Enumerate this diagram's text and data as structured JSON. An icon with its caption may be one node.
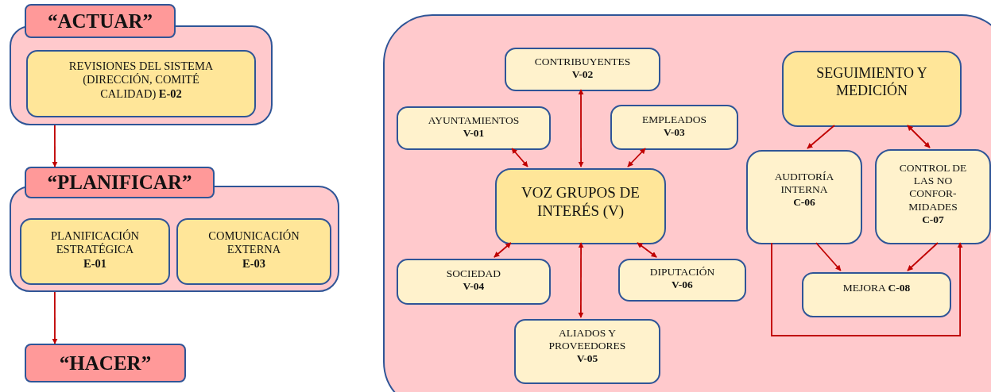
{
  "diagram": {
    "nodes": [
      {
        "text": [
          "“ACTUAR”"
        ]
      },
      {
        "text": [],
        "shape": "box"
      },
      {
        "text": [
          "REVISIONES DEL SISTEMA (DIRECCIÓN, COMITÉ CALIDAD) **E-02**"
        ],
        "in": 1
      },
      {
        "text": [
          "“PLANIFICAR”"
        ]
      },
      {
        "text": [],
        "shape": "box"
      },
      {
        "text": [
          "PLANIFICACIÓN ESTRATÉGICA **E-01**"
        ],
        "in": 4
      },
      {
        "text": [
          "COMUNICACIÓN EXTERNA **E-03**"
        ],
        "in": 4
      },
      {
        "text": [
          "“HACER”"
        ]
      },
      {
        "text": [],
        "shape": "box"
      },
      {
        "text": [
          "CONTRIBUYENTES **V-02**"
        ],
        "in": 8
      },
      {
        "text": [
          "AYUNTAMIENTOS **V-01**"
        ],
        "in": 8
      },
      {
        "text": [
          "EMPLEADOS **V-03**"
        ],
        "in": 8
      },
      {
        "text": [
          "VOZ GRUPOS DE INTERÉS (V)"
        ],
        "in": 8
      },
      {
        "text": [
          "SOCIEDAD **V-04**"
        ],
        "in": 8
      },
      {
        "text": [
          "DIPUTACIÓN **V-06**"
        ],
        "in": 8
      },
      {
        "text": [
          "ALIADOS Y PROVEEDORES **V-05**"
        ],
        "in": 8
      },
      {
        "text": [
          "SEGUIMIENTO Y MEDICIÓN"
        ],
        "in": 8
      },
      {
        "text": [
          "AUDITORÍA INTERNA **C-06**"
        ],
        "in": 8
      },
      {
        "text": [
          "CONTROL DE LAS NO CONFOR- MIDADES **C-07**"
        ],
        "in": 8
      },
      {
        "text": [
          "MEJORA **C-08**"
        ],
        "in": 8
      }
    ],
    "edges": [
      {
        "from": 1,
        "to": 3,
        "arrow": "to"
      },
      {
        "from": 4,
        "to": 7,
        "arrow": "to"
      },
      {
        "from": 12,
        "to": 9,
        "arrow": "both"
      },
      {
        "from": 12,
        "to": 10,
        "arrow": "both"
      },
      {
        "from": 12,
        "to": 11,
        "arrow": "both"
      },
      {
        "from": 12,
        "to": 13,
        "arrow": "both"
      },
      {
        "from": 12,
        "to": 15,
        "arrow": "both"
      },
      {
        "from": 12,
        "to": 14,
        "arrow": "both"
      },
      {
        "from": 16,
        "to": 17,
        "arrow": "to"
      },
      {
        "from": 16,
        "to": 18,
        "arrow": "both"
      },
      {
        "from": 17,
        "to": 19,
        "arrow": "to"
      },
      {
        "from": 18,
        "to": 19,
        "arrow": "to"
      },
      {
        "from": 17,
        "to": 18,
        "arrow": "to"
      }
    ]
  }
}
